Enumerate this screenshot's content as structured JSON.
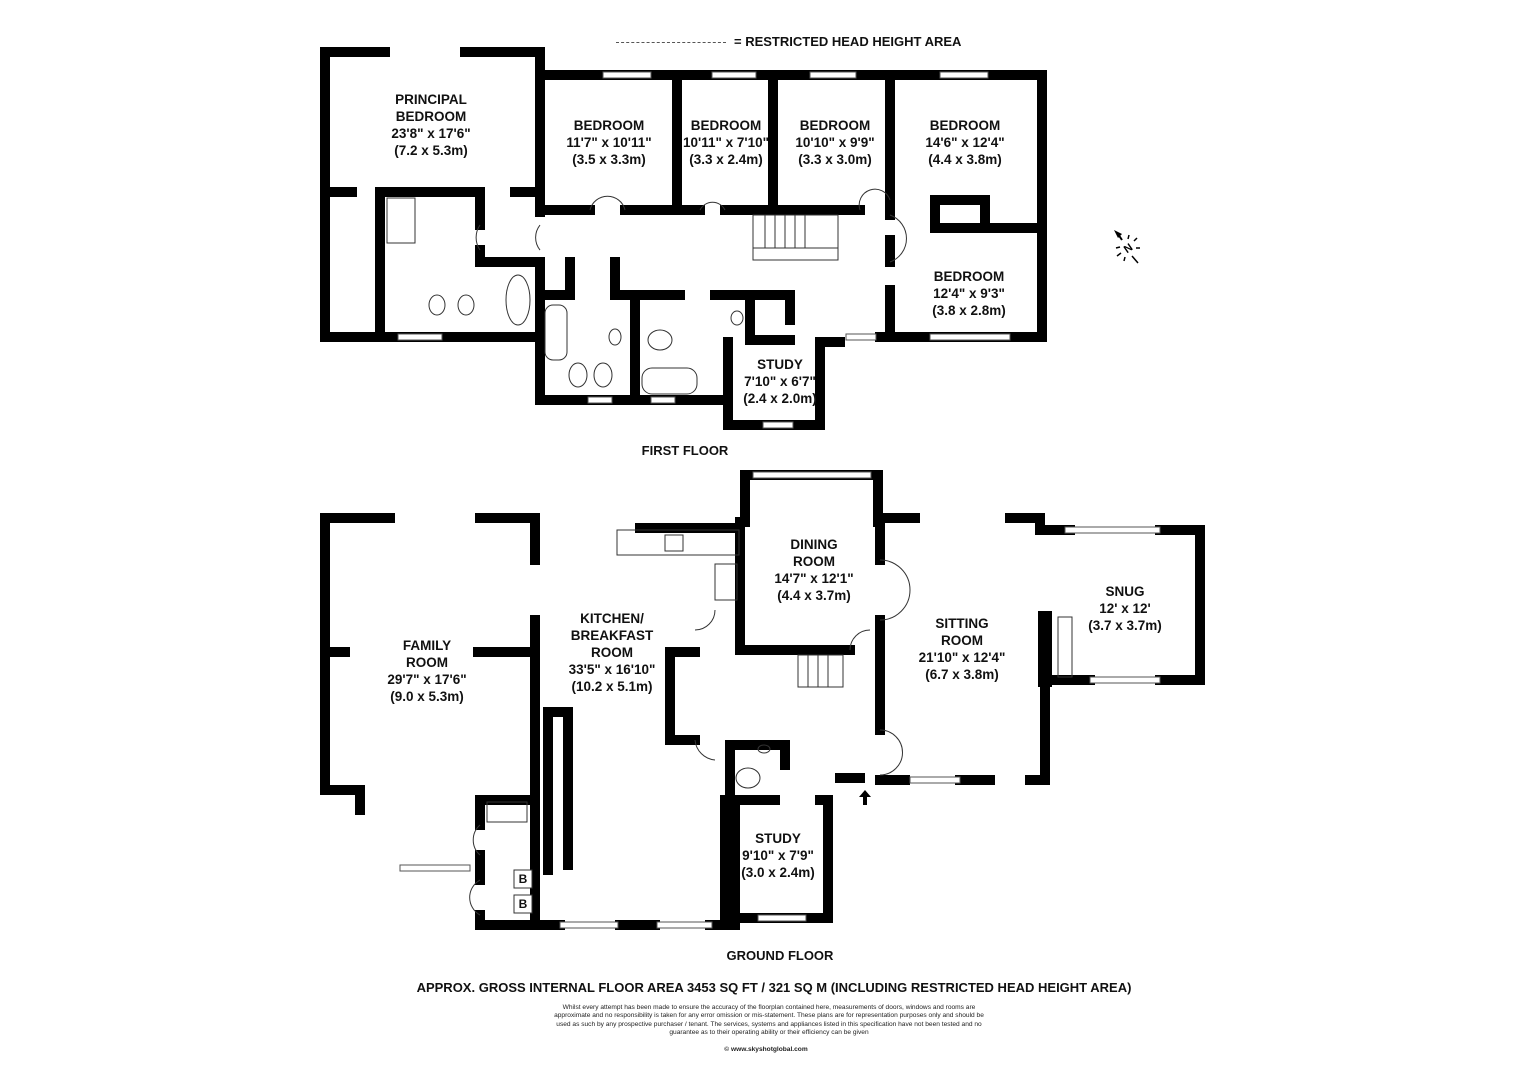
{
  "legend": {
    "text": "= RESTRICTED HEAD HEIGHT AREA"
  },
  "first_floor": {
    "title": "FIRST FLOOR",
    "rooms": [
      {
        "name_lines": [
          "PRINCIPAL",
          "BEDROOM"
        ],
        "imperial": "23'8\" x 17'6\"",
        "metric": "(7.2 x 5.3m)"
      },
      {
        "name_lines": [
          "BEDROOM"
        ],
        "imperial": "11'7\" x 10'11\"",
        "metric": "(3.5 x 3.3m)"
      },
      {
        "name_lines": [
          "BEDROOM"
        ],
        "imperial": "10'11\" x 7'10\"",
        "metric": "(3.3 x 2.4m)"
      },
      {
        "name_lines": [
          "BEDROOM"
        ],
        "imperial": "10'10\" x 9'9\"",
        "metric": "(3.3 x 3.0m)"
      },
      {
        "name_lines": [
          "BEDROOM"
        ],
        "imperial": "14'6\" x 12'4\"",
        "metric": "(4.4 x 3.8m)"
      },
      {
        "name_lines": [
          "BEDROOM"
        ],
        "imperial": "12'4\" x 9'3\"",
        "metric": "(3.8 x 2.8m)"
      },
      {
        "name_lines": [
          "STUDY"
        ],
        "imperial": "7'10\" x 6'7\"",
        "metric": "(2.4 x 2.0m)"
      }
    ]
  },
  "ground_floor": {
    "title": "GROUND FLOOR",
    "rooms": [
      {
        "name_lines": [
          "FAMILY",
          "ROOM"
        ],
        "imperial": "29'7\" x 17'6\"",
        "metric": "(9.0 x 5.3m)"
      },
      {
        "name_lines": [
          "KITCHEN/",
          "BREAKFAST",
          "ROOM"
        ],
        "imperial": "33'5\" x 16'10\"",
        "metric": "(10.2 x 5.1m)"
      },
      {
        "name_lines": [
          "DINING",
          "ROOM"
        ],
        "imperial": "14'7\" x 12'1\"",
        "metric": "(4.4 x 3.7m)"
      },
      {
        "name_lines": [
          "SITTING",
          "ROOM"
        ],
        "imperial": "21'10\" x 12'4\"",
        "metric": "(6.7 x 3.8m)"
      },
      {
        "name_lines": [
          "SNUG"
        ],
        "imperial": "12' x 12'",
        "metric": "(3.7 x 3.7m)"
      },
      {
        "name_lines": [
          "STUDY"
        ],
        "imperial": "9'10\" x 7'9\"",
        "metric": "(3.0 x 2.4m)"
      }
    ],
    "boiler_labels": [
      "B",
      "B"
    ]
  },
  "compass": {
    "label": "N",
    "icon": "north-arrow-icon"
  },
  "footer": {
    "area": "APPROX. GROSS INTERNAL FLOOR AREA 3453 SQ FT / 321 SQ M (INCLUDING RESTRICTED HEAD HEIGHT AREA)",
    "disclaimer": "Whilst every attempt has been made to ensure the accuracy of the floorplan contained here, measurements of doors, windows and rooms are approximate and no responsibility is taken for any error omission or mis-statement. These plans are for representation purposes only and should  be used as such by any prospective purchaser / tenant. The services, systems and appliances listed in this specification have not been tested and no guarantee as to their operating ability or their efficiency can be given",
    "copyright": "© www.skyshotglobal.com"
  }
}
